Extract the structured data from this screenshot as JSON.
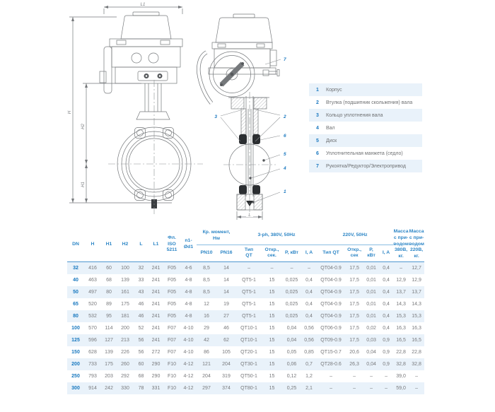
{
  "colors": {
    "accent_blue": "#1b79c0",
    "header_blue": "#2d86c6",
    "row_shade": "#e9f2fa",
    "text_gray": "#6f7173",
    "separator_blue": "#4f97cf"
  },
  "drawing": {
    "front_view": {
      "dim_l1": "L1",
      "dim_h": "H",
      "dim_h2": "H2",
      "dim_h1": "H1"
    },
    "side_view": {
      "dim_l": "L",
      "callout_1": "1",
      "callout_2": "2",
      "callout_3": "3",
      "callout_4": "4",
      "callout_5": "5",
      "callout_6": "6",
      "callout_7": "7"
    }
  },
  "legend": {
    "items": [
      {
        "num": "1",
        "label": "Корпус"
      },
      {
        "num": "2",
        "label": "Втулка (подшипник скольжения) вала"
      },
      {
        "num": "3",
        "label": "Кольцо уплотнения вала"
      },
      {
        "num": "4",
        "label": "Вал"
      },
      {
        "num": "5",
        "label": "Диск"
      },
      {
        "num": "6",
        "label": "Уплотнительная манжета (седло)"
      },
      {
        "num": "7",
        "label": "Рукоятка/Редуктор/Электропривод"
      }
    ]
  },
  "table": {
    "head": {
      "dn": "DN",
      "h": "H",
      "h1": "H1",
      "h2": "H2",
      "l": "L",
      "l1": "L1",
      "flange": "Фл.\nISO\n5211",
      "bolts": "n1-\nØd1",
      "moment_group": "Кр. момент,\nНм",
      "pn10": "PN10",
      "pn16": "PN16",
      "g380": "3-ph, 380V, 50Hz",
      "g220": "220V, 50Hz",
      "type_qt_380": "Тип\nQT",
      "open_sec_380": "Откр.,\nсек.",
      "p_kw_380": "P, кВт",
      "i_a_380": "I, A",
      "type_qt_220": "Тип QT",
      "open_sec_220": "Откр.,\nсек",
      "p_kw_220": "P,\nкВт",
      "i_a_220": "I, A",
      "mass380": "Масса\nс при-\nводом\n380В,\nкг.",
      "mass220": "Масса\nс при-\nводом\n220В,\nкг."
    },
    "rows": [
      [
        "32",
        "416",
        "60",
        "100",
        "32",
        "241",
        "F05",
        "4-6",
        "8,5",
        "14",
        "–",
        "–",
        "–",
        "–",
        "QT04-0.9",
        "17,5",
        "0,01",
        "0,4",
        "–",
        "12,7"
      ],
      [
        "40",
        "463",
        "68",
        "139",
        "33",
        "241",
        "F05",
        "4-8",
        "8,5",
        "14",
        "QT5-1",
        "15",
        "0,025",
        "0,4",
        "QT04-0.9",
        "17,5",
        "0,01",
        "0,4",
        "12,9",
        "12,9"
      ],
      [
        "50",
        "497",
        "80",
        "161",
        "43",
        "241",
        "F05",
        "4-8",
        "8,5",
        "14",
        "QT5-1",
        "15",
        "0,025",
        "0,4",
        "QT04-0.9",
        "17,5",
        "0,01",
        "0,4",
        "13,7",
        "13,7"
      ],
      [
        "65",
        "520",
        "89",
        "175",
        "46",
        "241",
        "F05",
        "4-8",
        "12",
        "19",
        "QT5-1",
        "15",
        "0,025",
        "0,4",
        "QT04-0.9",
        "17,5",
        "0,01",
        "0,4",
        "14,3",
        "14,3"
      ],
      [
        "80",
        "532",
        "95",
        "181",
        "46",
        "241",
        "F05",
        "4-8",
        "16",
        "27",
        "QT5-1",
        "15",
        "0,025",
        "0,4",
        "QT04-0.9",
        "17,5",
        "0,01",
        "0,4",
        "15,3",
        "15,3"
      ],
      [
        "100",
        "570",
        "114",
        "200",
        "52",
        "241",
        "F07",
        "4-10",
        "29",
        "46",
        "QT10-1",
        "15",
        "0,04",
        "0,56",
        "QT06-0.9",
        "17,5",
        "0,02",
        "0,4",
        "16,3",
        "16,3"
      ],
      [
        "125",
        "596",
        "127",
        "213",
        "56",
        "241",
        "F07",
        "4-10",
        "42",
        "62",
        "QT10-1",
        "15",
        "0,04",
        "0,56",
        "QT09-0.9",
        "17,5",
        "0,03",
        "0,9",
        "16,5",
        "16,5"
      ],
      [
        "150",
        "628",
        "139",
        "226",
        "56",
        "272",
        "F07",
        "4-10",
        "86",
        "105",
        "QT20-1",
        "15",
        "0,05",
        "0,85",
        "QT15-0.7",
        "20,6",
        "0,04",
        "0,9",
        "22,8",
        "22,8"
      ],
      [
        "200",
        "733",
        "175",
        "260",
        "60",
        "290",
        "F10",
        "4-12",
        "121",
        "204",
        "QT30-1",
        "15",
        "0,06",
        "0,7",
        "QT28-0.6",
        "26,3",
        "0,04",
        "0,9",
        "32,8",
        "32,8"
      ],
      [
        "250",
        "793",
        "203",
        "292",
        "68",
        "290",
        "F10",
        "4-12",
        "204",
        "319",
        "QT50-1",
        "15",
        "0,12",
        "1,2",
        "–",
        "–",
        "–",
        "–",
        "39,0",
        "–"
      ],
      [
        "300",
        "914",
        "242",
        "330",
        "78",
        "331",
        "F10",
        "4-12",
        "297",
        "374",
        "QT80-1",
        "15",
        "0,25",
        "2,1",
        "–",
        "–",
        "–",
        "–",
        "59,0",
        "–"
      ]
    ]
  }
}
